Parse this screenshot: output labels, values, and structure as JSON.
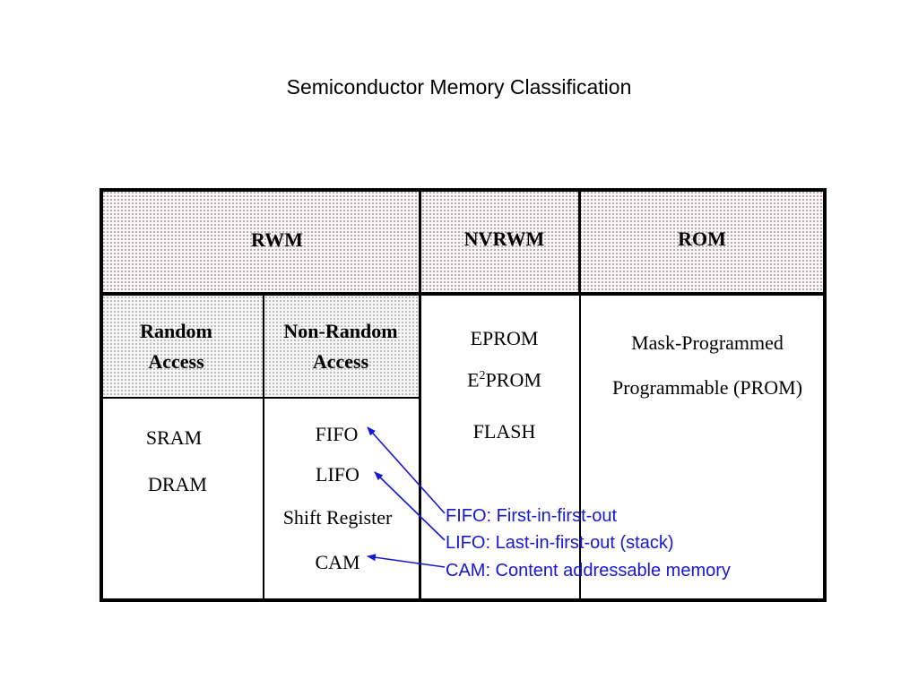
{
  "title": "Semiconductor Memory Classification",
  "header": {
    "rwm": "RWM",
    "nvrwm": "NVRWM",
    "rom": "ROM"
  },
  "subheader": {
    "random_access_line1": "Random",
    "random_access_line2": "Access",
    "non_random_access_line1": "Non-Random",
    "non_random_access_line2": "Access"
  },
  "random_access_items": [
    "SRAM",
    "DRAM"
  ],
  "non_random_access_items": [
    "FIFO",
    "LIFO",
    "Shift Register",
    "CAM"
  ],
  "nvrwm_items": {
    "eprom": "EPROM",
    "e2prom_base": "E",
    "e2prom_sup": "2",
    "e2prom_rest": "PROM",
    "flash": "FLASH"
  },
  "rom_items": [
    "Mask-Programmed",
    "Programmable (PROM)"
  ],
  "notes": [
    "FIFO: First-in-first-out",
    "LIFO: Last-in-first-out (stack)",
    "CAM: Content addressable memory"
  ],
  "colors": {
    "note_blue": "#1717d6",
    "header_fill": "#fbf4f6",
    "border": "#000000"
  }
}
